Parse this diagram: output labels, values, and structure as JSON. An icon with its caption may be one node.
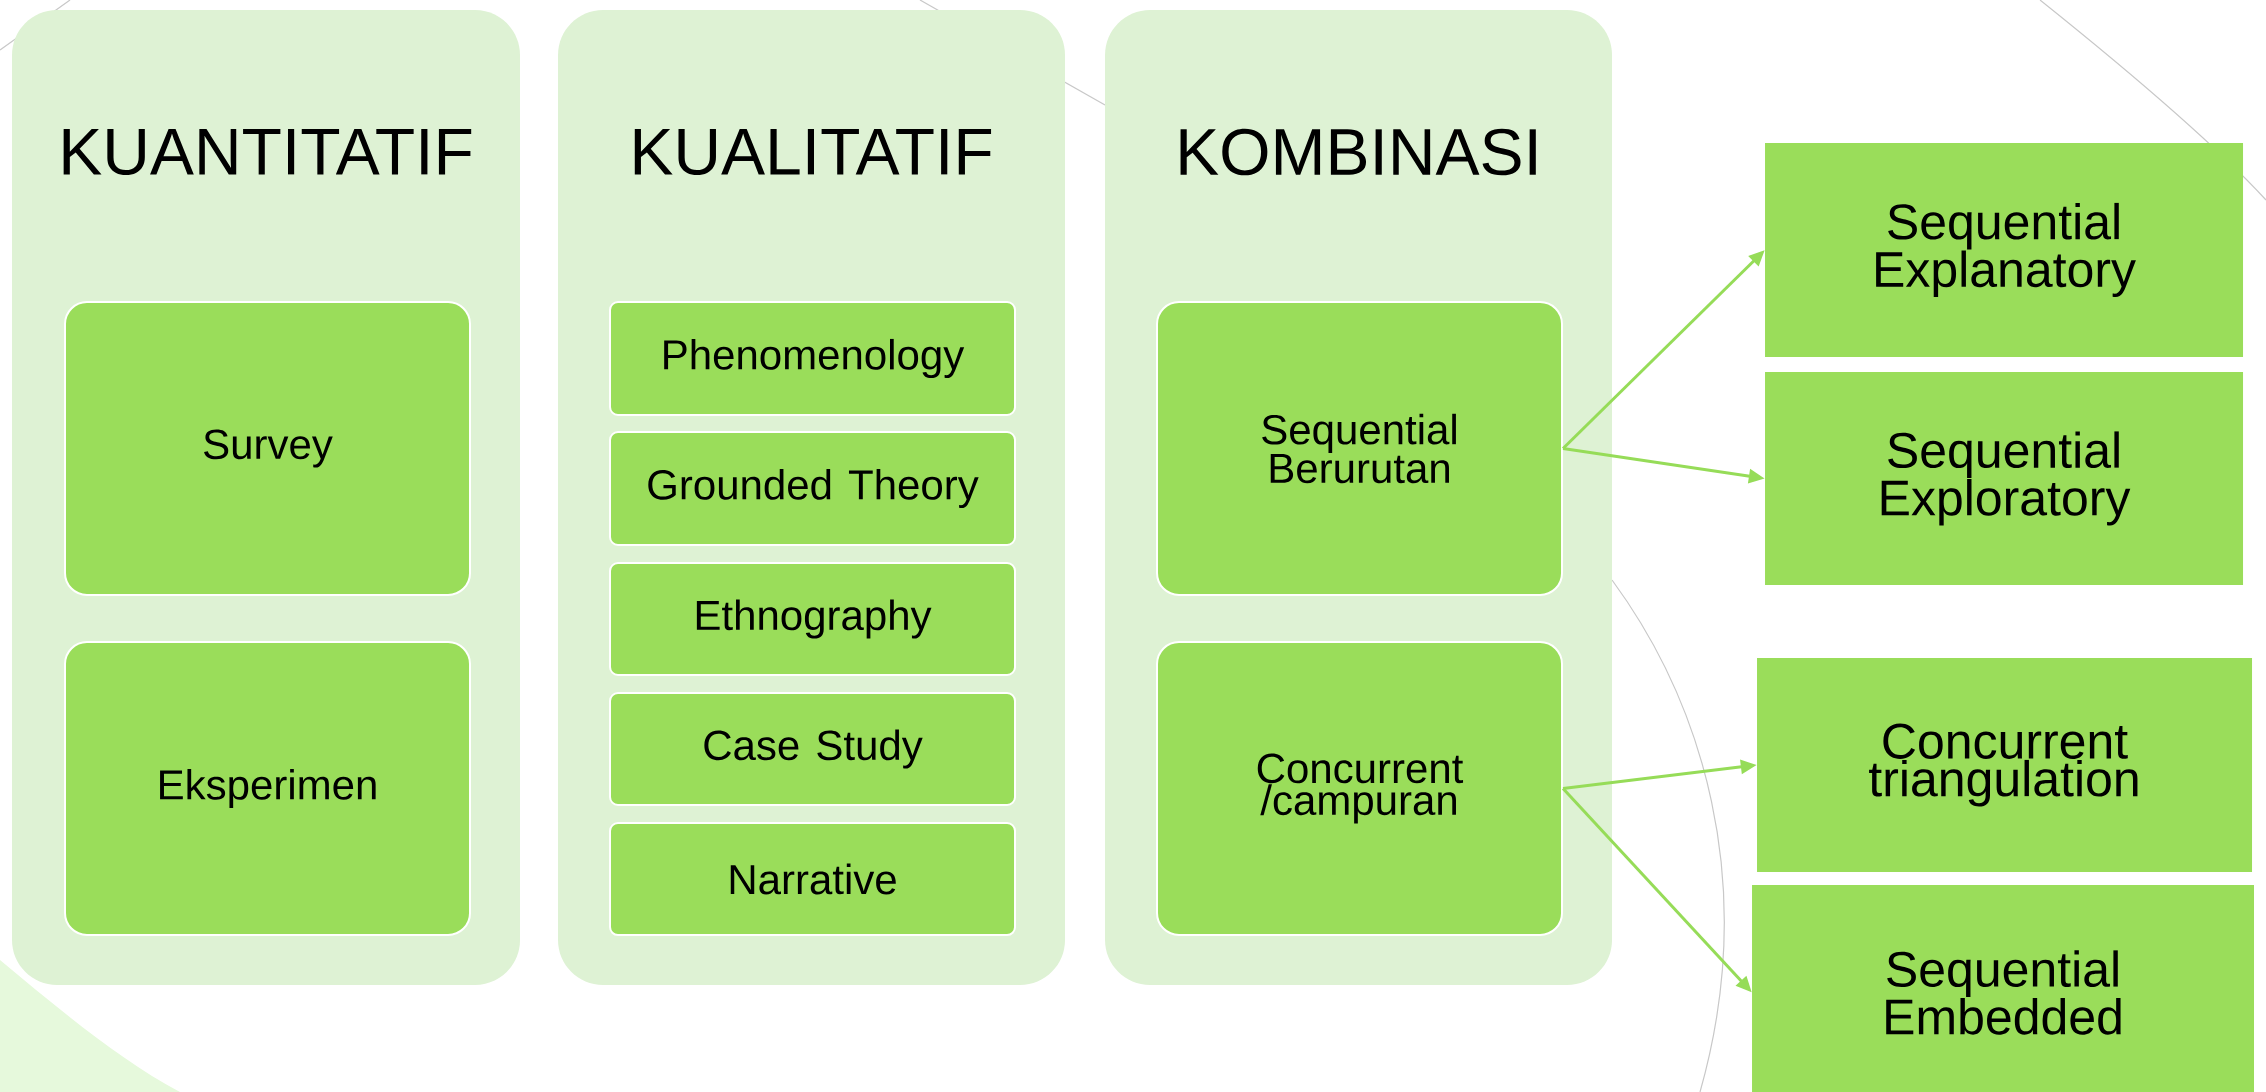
{
  "diagram": {
    "nodes": [
      {
        "text": [
          "KUANTITATIF"
        ]
      },
      {
        "text": [
          "Survey"
        ],
        "in": 0
      },
      {
        "text": [
          "Eksperimen"
        ],
        "in": 0
      },
      {
        "text": [
          "KUALITATIF"
        ]
      },
      {
        "text": [
          "Phenomenology"
        ],
        "in": 3
      },
      {
        "text": [
          "Grounded Theory"
        ],
        "in": 3
      },
      {
        "text": [
          "Ethnography"
        ],
        "in": 3
      },
      {
        "text": [
          "Case Study"
        ],
        "in": 3
      },
      {
        "text": [
          "Narrative"
        ],
        "in": 3
      },
      {
        "text": [
          "KOMBINASI"
        ]
      },
      {
        "text": [
          "Sequential Berurutan"
        ],
        "in": 9
      },
      {
        "text": [
          "Concurrent /campuran"
        ],
        "in": 9
      },
      {
        "text": [
          "Sequential Explanatory"
        ]
      },
      {
        "text": [
          "Sequential Exploratory"
        ]
      },
      {
        "text": [
          "Concurrent triangulation"
        ]
      },
      {
        "text": [
          "Sequential Embedded"
        ]
      }
    ],
    "edges": [
      {
        "from": 10,
        "to": 12,
        "arrow": "to"
      },
      {
        "from": 10,
        "to": 13,
        "arrow": "to"
      },
      {
        "from": 11,
        "to": 14,
        "arrow": "to"
      },
      {
        "from": 11,
        "to": 15,
        "arrow": "to"
      }
    ]
  }
}
